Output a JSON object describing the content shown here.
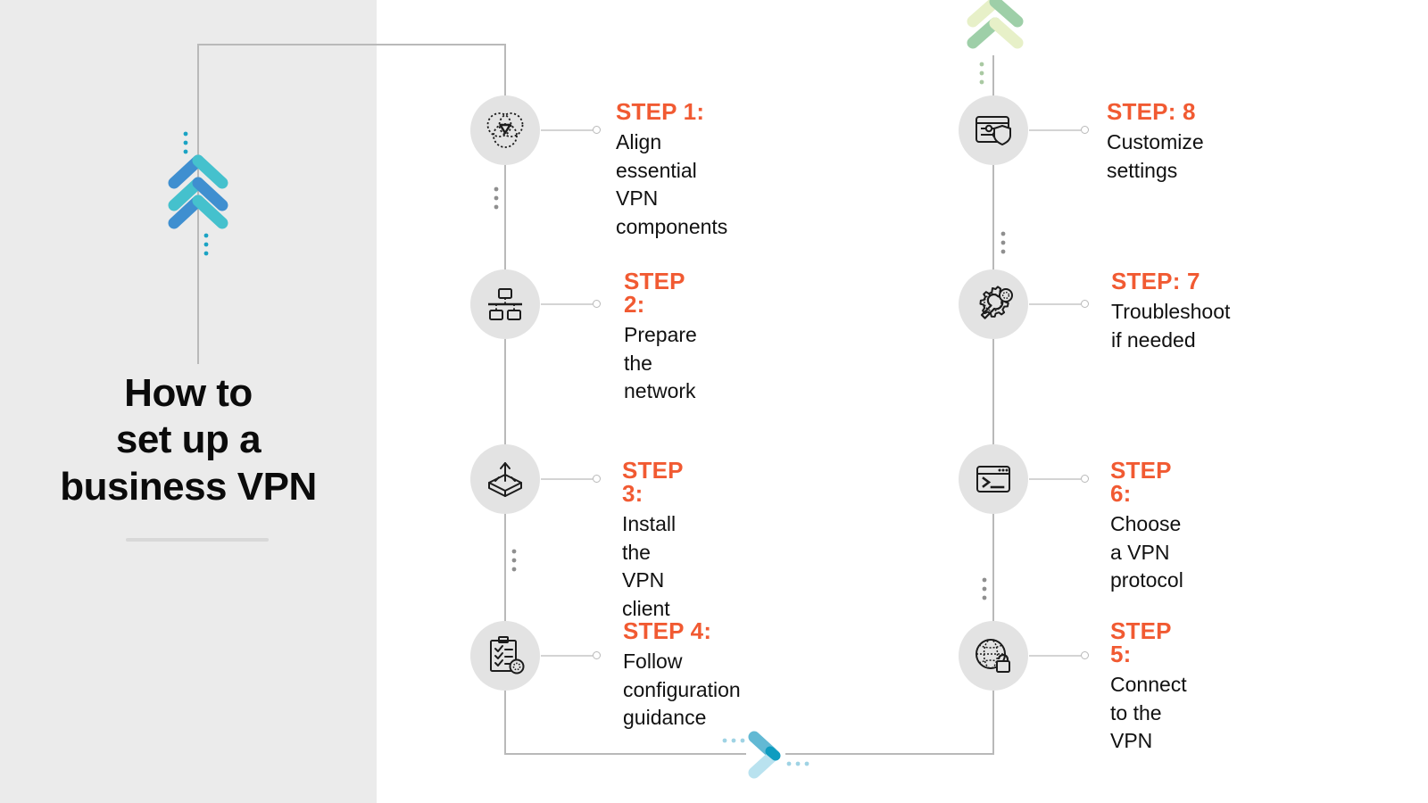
{
  "page": {
    "title_lines": [
      "How to",
      "set up a",
      "business VPN"
    ],
    "accent_color": "#f15a32",
    "panel_color": "#ebebeb",
    "badge_color": "#e3e3e3",
    "line_color": "#b9b9b9",
    "text_color": "#111111"
  },
  "decor": {
    "logo_chevrons_left": {
      "name": "chevron-stack-blue",
      "colors": [
        "#45c1cd",
        "#3f8fd0"
      ],
      "count": 3
    },
    "chevrons_top_right": {
      "name": "chevron-stack-green",
      "colors": [
        "#9ecfa8",
        "#e7f0c8"
      ],
      "count": 2
    },
    "arrow_bottom": {
      "name": "chevron-arrow-cyan",
      "colors": [
        "#62b9d4",
        "#b9e2ef",
        "#0e9cc0"
      ]
    }
  },
  "steps": [
    {
      "id": "step-1",
      "number": "STEP 1:",
      "description": "Align essential VPN components",
      "icon": "venn-diagram-icon",
      "column": "left"
    },
    {
      "id": "step-2",
      "number": "STEP 2:",
      "description": "Prepare the network",
      "icon": "network-topology-icon",
      "column": "left"
    },
    {
      "id": "step-3",
      "number": "STEP 3:",
      "description": "Install the VPN client",
      "icon": "open-box-install-icon",
      "column": "left"
    },
    {
      "id": "step-4",
      "number": "STEP 4:",
      "description": "Follow configuration guidance",
      "icon": "clipboard-checklist-gear-icon",
      "column": "left"
    },
    {
      "id": "step-5",
      "number": "STEP 5:",
      "description": "Connect to the VPN",
      "icon": "globe-lock-icon",
      "column": "right"
    },
    {
      "id": "step-6",
      "number": "STEP 6:",
      "description": "Choose a VPN protocol",
      "icon": "terminal-window-icon",
      "column": "right"
    },
    {
      "id": "step-7",
      "number": "STEP: 7",
      "description": "Troubleshoot if needed",
      "icon": "wrench-gears-icon",
      "column": "right"
    },
    {
      "id": "step-8",
      "number": "STEP: 8",
      "description": "Customize settings",
      "icon": "settings-sliders-shield-icon",
      "column": "right"
    }
  ]
}
